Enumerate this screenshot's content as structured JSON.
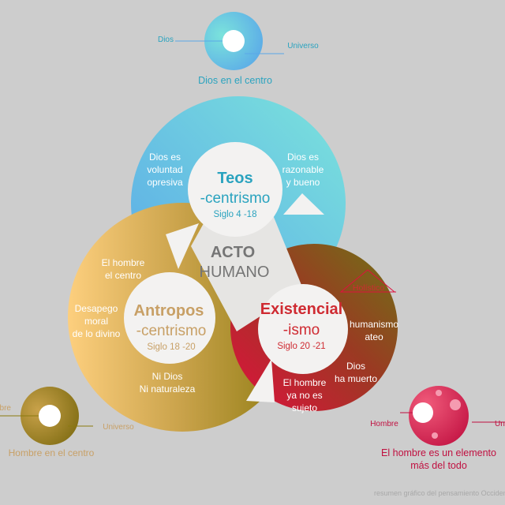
{
  "top_icon": {
    "left_label": "Dios",
    "right_label": "Universo",
    "caption": "Dios en el centro"
  },
  "teo": {
    "title": "Teos",
    "suffix": "-centrismo",
    "era": "Siglo 4 -18",
    "left_text": [
      "Dios es",
      "voluntad",
      "opresiva"
    ],
    "right_text": [
      "Dios es",
      "razonable",
      "y bueno"
    ],
    "color_light": "#7be3dc",
    "color_dark": "#5aa8e8",
    "title_color": "#2aa3bf"
  },
  "center": {
    "line1": "ACTO",
    "line2": "HUMANO",
    "color": "#757575"
  },
  "antro": {
    "title": "Antropos",
    "suffix": "-centrismo",
    "era": "Siglo 18 -20",
    "top_text": [
      "El hombre",
      "el centro"
    ],
    "left_text": [
      "Desapego",
      "moral",
      "de lo divino"
    ],
    "bottom_text": [
      "Ni Dios",
      "Ni naturaleza"
    ],
    "color_light": "#fdcf7e",
    "color_dark": "#8c7a10",
    "title_color": "#c8a066"
  },
  "exis": {
    "title": "Existencial",
    "suffix": "-ismo",
    "era": "Siglo 20 -21",
    "right_text": [
      "humanismo",
      "ateo"
    ],
    "right_text2": [
      "Dios",
      "ha muerto"
    ],
    "bottom_text": [
      "El hombre",
      "ya no es",
      "sujeto"
    ],
    "badge": "Holístico",
    "color_light": "#e0103e",
    "color_dark": "#6d7416",
    "title_color": "#cf2b32"
  },
  "left_icon": {
    "left_label": "Hombre",
    "right_label": "Universo",
    "caption": "Hombre en el centro"
  },
  "right_icon": {
    "left_label": "Hombre",
    "right_label": "Universo",
    "caption": [
      "El hombre es un elemento",
      "más del todo"
    ]
  },
  "footer": "resumen gráfico del pensamiento Occidental"
}
